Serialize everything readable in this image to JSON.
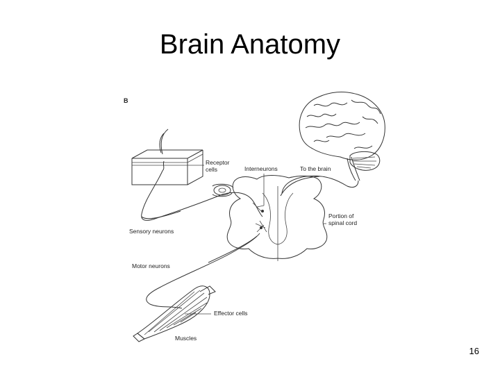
{
  "slide": {
    "title": "Brain Anatomy",
    "page_number": "16"
  },
  "diagram": {
    "panel_letter": "B",
    "labels": {
      "receptor_cells_line1": "Receptor",
      "receptor_cells_line2": "cells",
      "interneurons": "Interneurons",
      "to_the_brain": "To the brain",
      "spinal_cord_line1": "Portion of",
      "spinal_cord_line2": "spinal cord",
      "sensory_neurons": "Sensory neurons",
      "motor_neurons": "Motor neurons",
      "effector_cells": "Effector cells",
      "muscles": "Muscles"
    }
  }
}
